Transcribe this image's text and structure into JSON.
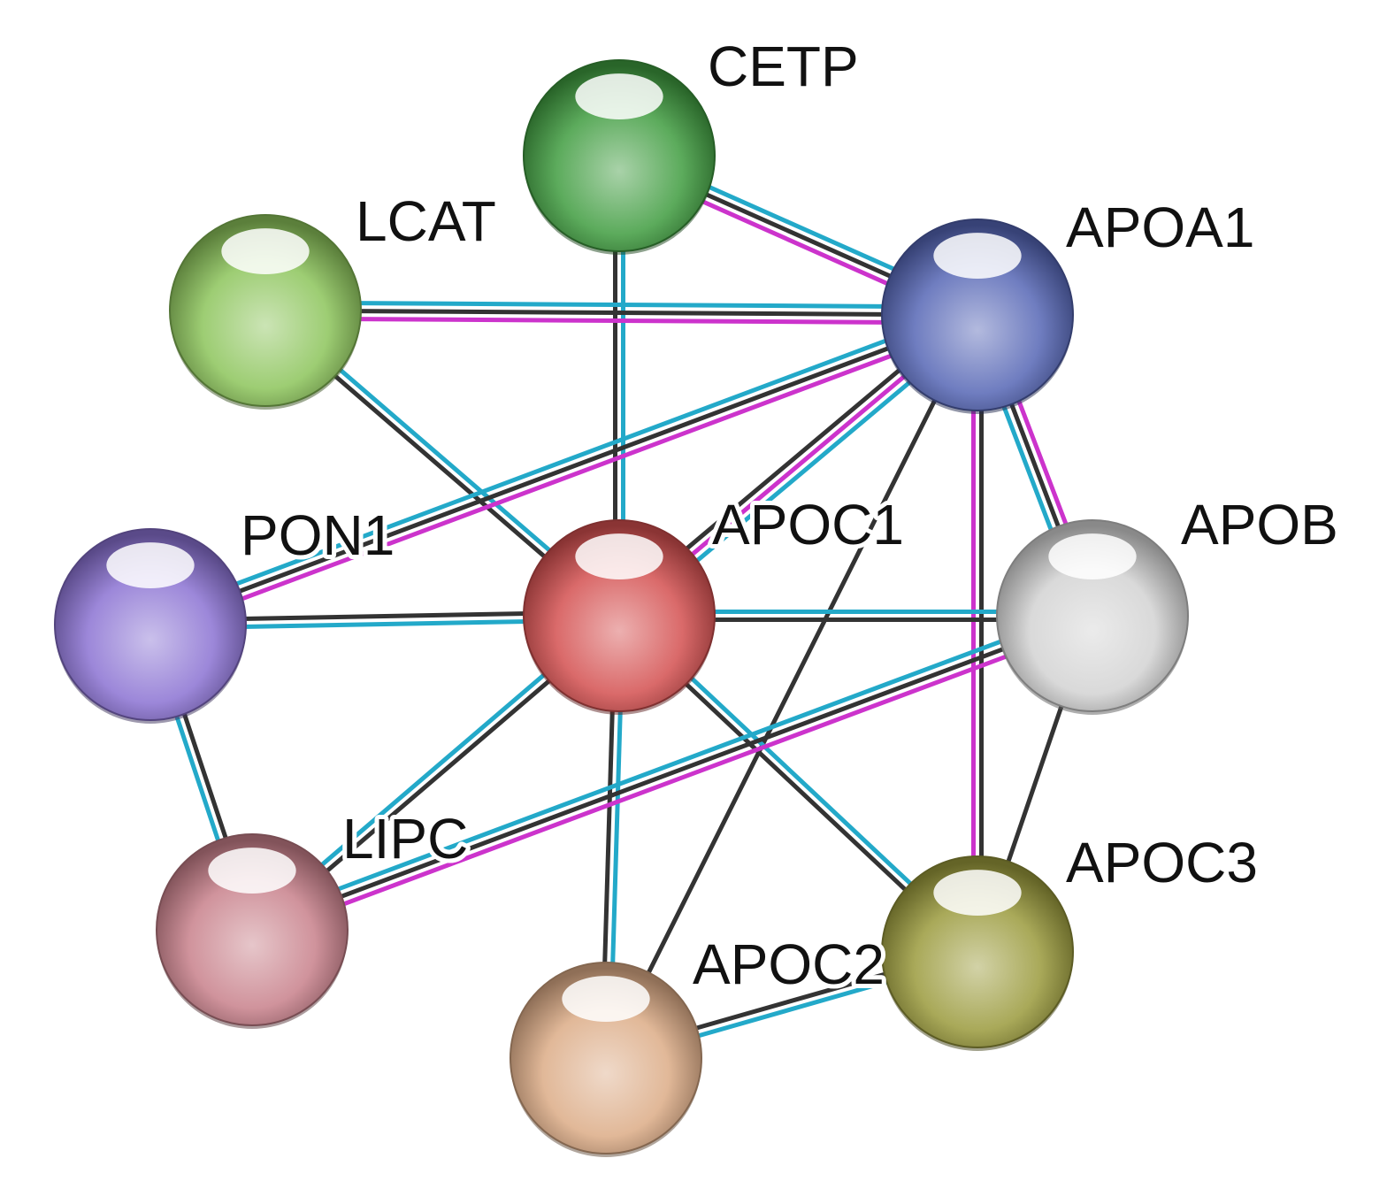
{
  "diagram": {
    "nodes": [
      {
        "id": "CETP",
        "label": "CETP",
        "color": "#3f9c3f"
      },
      {
        "id": "LCAT",
        "label": "LCAT",
        "color": "#8cc45a"
      },
      {
        "id": "APOA1",
        "label": "APOA1",
        "color": "#5566b5"
      },
      {
        "id": "PON1",
        "label": "PON1",
        "color": "#8a72d2"
      },
      {
        "id": "APOC1",
        "label": "APOC1",
        "color": "#d45050"
      },
      {
        "id": "APOB",
        "label": "APOB",
        "color": "#d2d2d2"
      },
      {
        "id": "LIPC",
        "label": "LIPC",
        "color": "#c8808a"
      },
      {
        "id": "APOC2",
        "label": "APOC2",
        "color": "#dcab86"
      },
      {
        "id": "APOC3",
        "label": "APOC3",
        "color": "#9a9a3c"
      }
    ],
    "edges": [
      {
        "source": "CETP",
        "target": "APOA1",
        "evidence": [
          "cyan",
          "black",
          "magenta"
        ]
      },
      {
        "source": "CETP",
        "target": "APOC1",
        "evidence": [
          "cyan",
          "black"
        ]
      },
      {
        "source": "LCAT",
        "target": "APOA1",
        "evidence": [
          "cyan",
          "black",
          "magenta"
        ]
      },
      {
        "source": "LCAT",
        "target": "APOC1",
        "evidence": [
          "cyan",
          "black"
        ]
      },
      {
        "source": "APOA1",
        "target": "PON1",
        "evidence": [
          "magenta",
          "black",
          "cyan"
        ]
      },
      {
        "source": "APOA1",
        "target": "APOC1",
        "evidence": [
          "cyan",
          "magenta",
          "black"
        ]
      },
      {
        "source": "APOA1",
        "target": "APOB",
        "evidence": [
          "magenta",
          "black",
          "cyan"
        ]
      },
      {
        "source": "APOA1",
        "target": "APOC3",
        "evidence": [
          "black",
          "magenta"
        ]
      },
      {
        "source": "APOA1",
        "target": "APOC2",
        "evidence": [
          "black"
        ]
      },
      {
        "source": "PON1",
        "target": "APOC1",
        "evidence": [
          "black",
          "cyan"
        ]
      },
      {
        "source": "PON1",
        "target": "LIPC",
        "evidence": [
          "black",
          "cyan"
        ]
      },
      {
        "source": "APOC1",
        "target": "APOB",
        "evidence": [
          "cyan",
          "black"
        ]
      },
      {
        "source": "APOC1",
        "target": "LIPC",
        "evidence": [
          "black",
          "cyan"
        ]
      },
      {
        "source": "APOC1",
        "target": "APOC2",
        "evidence": [
          "cyan",
          "black"
        ]
      },
      {
        "source": "APOC1",
        "target": "APOC3",
        "evidence": [
          "cyan",
          "black"
        ]
      },
      {
        "source": "APOB",
        "target": "LIPC",
        "evidence": [
          "magenta",
          "black",
          "cyan"
        ]
      },
      {
        "source": "APOB",
        "target": "APOC3",
        "evidence": [
          "black"
        ]
      },
      {
        "source": "APOC2",
        "target": "APOC3",
        "evidence": [
          "black",
          "cyan"
        ]
      }
    ],
    "evidence_colors": {
      "cyan": "#23a9c9",
      "black": "#333333",
      "magenta": "#cc33cc"
    }
  }
}
